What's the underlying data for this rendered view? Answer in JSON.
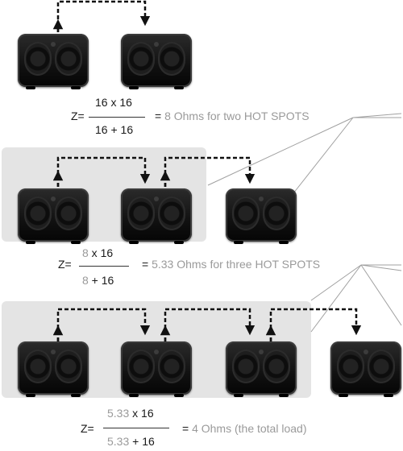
{
  "formulas": [
    {
      "z": "Z=",
      "num_a": "16",
      "num_op": " x 16",
      "den_a": "16",
      "den_op": " + 16",
      "eq": "= ",
      "value": "8 Ohms for two HOT SPOTS"
    },
    {
      "z": "Z=",
      "num_a": "8",
      "num_op": " x 16",
      "den_a": "8",
      "den_op": " + 16",
      "eq": "= ",
      "value": "5.33 Ohms for three HOT SPOTS"
    },
    {
      "z": "Z=",
      "num_a": "5.33",
      "num_op": " x 16",
      "den_a": "5.33",
      "den_op": " + 16",
      "eq": "= ",
      "value": "4 Ohms (the total load)"
    }
  ],
  "colors": {
    "gray_text": "#9a9a9a",
    "panel": "#e4e4e4",
    "wire": "#111111",
    "callout": "#a0a0a0"
  },
  "speakers": {
    "row1": 2,
    "row2": 3,
    "row3": 4
  }
}
